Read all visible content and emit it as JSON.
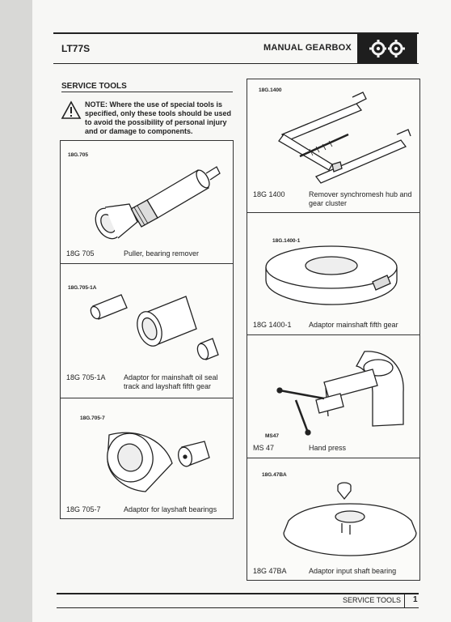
{
  "header": {
    "doc_code": "LT77S",
    "title": "MANUAL GEARBOX",
    "icon": "gears-icon"
  },
  "section": {
    "title": "SERVICE TOOLS",
    "note": "NOTE: Where the use of special tools is specified, only these tools should be used to avoid the possibility of personal injury and or damage to components.",
    "note_icon": "warning-triangle-icon"
  },
  "tools": [
    {
      "image_code": "18G.705",
      "code": "18G 705",
      "description": "Puller, bearing remover"
    },
    {
      "image_code": "18G.705-1A",
      "code": "18G 705-1A",
      "description": "Adaptor for mainshaft oil seal track and layshaft fifth gear"
    },
    {
      "image_code": "18G.705-7",
      "code": "18G 705-7",
      "description": "Adaptor for layshaft bearings"
    },
    {
      "image_code": "18G.1400",
      "code": "18G 1400",
      "description": "Remover synchromesh hub and gear cluster"
    },
    {
      "image_code": "18G.1400-1",
      "code": "18G 1400-1",
      "description": "Adaptor mainshaft fifth gear"
    },
    {
      "image_code": "MS47",
      "code": "MS 47",
      "description": "Hand press"
    },
    {
      "image_code": "18G.47BA",
      "code": "18G 47BA",
      "description": "Adaptor input shaft bearing"
    }
  ],
  "footer": {
    "section_title": "SERVICE TOOLS",
    "page_number": "1"
  }
}
